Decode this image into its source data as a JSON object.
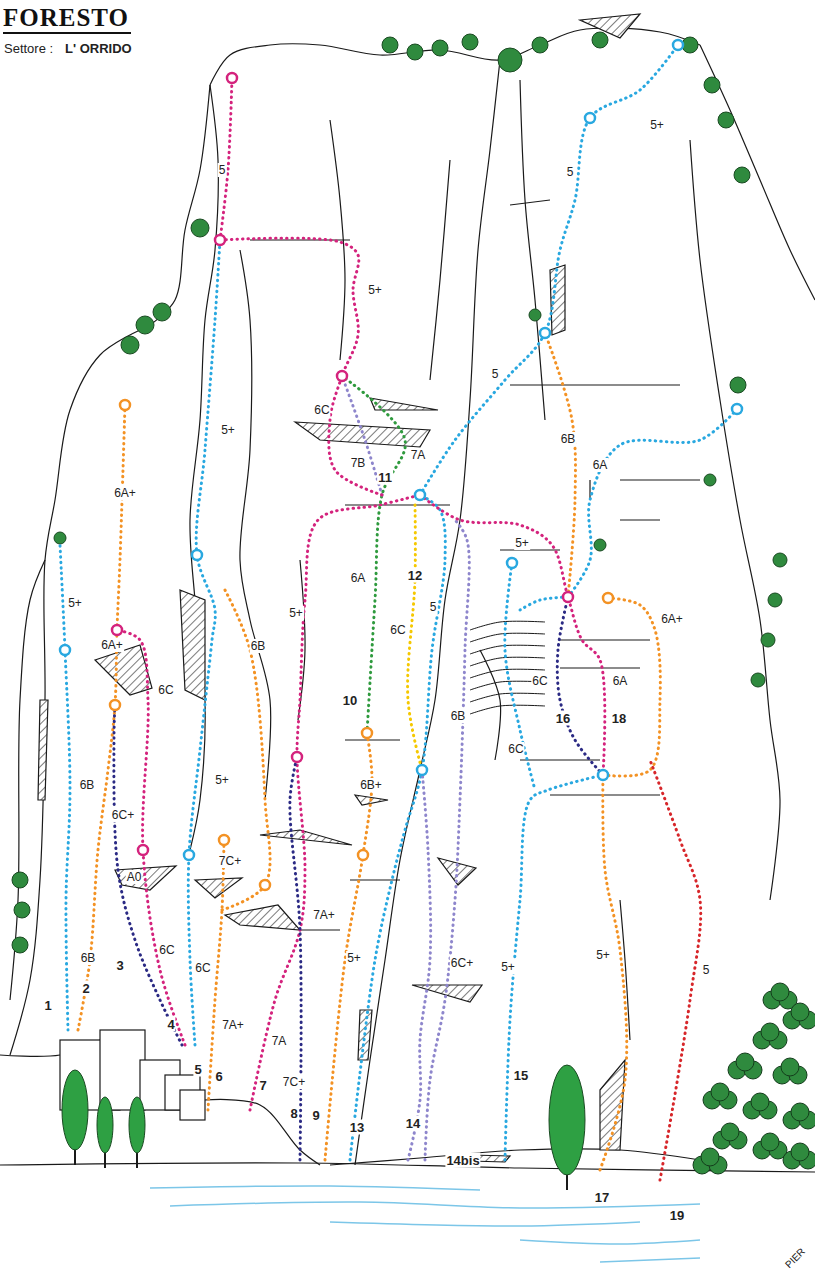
{
  "diagram": {
    "title": "FORESTO",
    "labels": [
      "Settore :",
      "L' ORRIDO",
      "5",
      "5+",
      "5",
      "5+",
      "5",
      "6A+",
      "5+",
      "6C",
      "7B",
      "11",
      "7A",
      "6B",
      "6A",
      "5+",
      "6A+",
      "6A",
      "12",
      "5",
      "5+",
      "6A+",
      "6C",
      "5+",
      "6B",
      "6C",
      "6A",
      "16",
      "18",
      "10",
      "6C",
      "6B",
      "6C",
      "6B",
      "6C+",
      "5+",
      "6B+",
      "7C+",
      "A0",
      "7A+",
      "5+",
      "6C+",
      "5+",
      "5+",
      "5",
      "6B",
      "6C",
      "3",
      "6C",
      "2",
      "1",
      "4",
      "7A+",
      "7A",
      "5",
      "6",
      "7",
      "7C+",
      "8",
      "9",
      "13",
      "14",
      "14bis",
      "15",
      "17",
      "19",
      "PIER"
    ]
  }
}
